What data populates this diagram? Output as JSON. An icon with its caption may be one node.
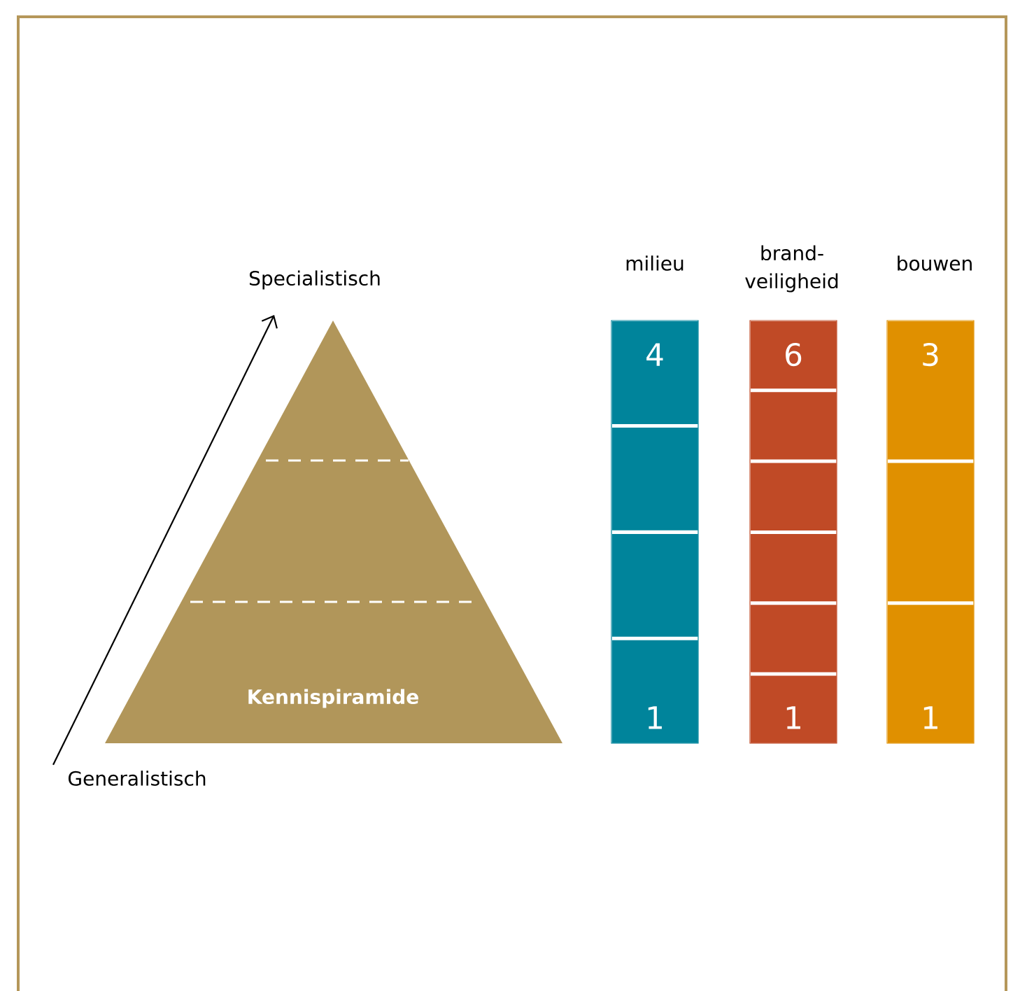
{
  "diagram": {
    "nodes": [
      {
        "text": [
          "Specialistisch"
        ]
      },
      {
        "text": [
          "Generalistisch"
        ]
      },
      {
        "text": [
          "Kennispiramide"
        ]
      },
      {
        "text": [
          "milieu"
        ]
      },
      {
        "text": [
          "4"
        ],
        "in": 3
      },
      {
        "text": [],
        "shape": "box",
        "in": 3
      },
      {
        "text": [],
        "shape": "box",
        "in": 3
      },
      {
        "text": [
          "1"
        ],
        "in": 3
      },
      {
        "text": [
          "brand- veiligheid"
        ]
      },
      {
        "text": [
          "6"
        ],
        "in": 8
      },
      {
        "text": [],
        "shape": "box",
        "in": 8
      },
      {
        "text": [],
        "shape": "box",
        "in": 8
      },
      {
        "text": [],
        "shape": "box",
        "in": 8
      },
      {
        "text": [],
        "shape": "box",
        "in": 8
      },
      {
        "text": [
          "1"
        ],
        "in": 8
      },
      {
        "text": [
          "bouwen"
        ]
      },
      {
        "text": [
          "3"
        ],
        "in": 15
      },
      {
        "text": [],
        "shape": "box",
        "in": 15
      },
      {
        "text": [
          "1"
        ],
        "in": 15
      }
    ],
    "edges": [
      {
        "from": 1,
        "to": 0,
        "arrow": "to"
      }
    ]
  }
}
